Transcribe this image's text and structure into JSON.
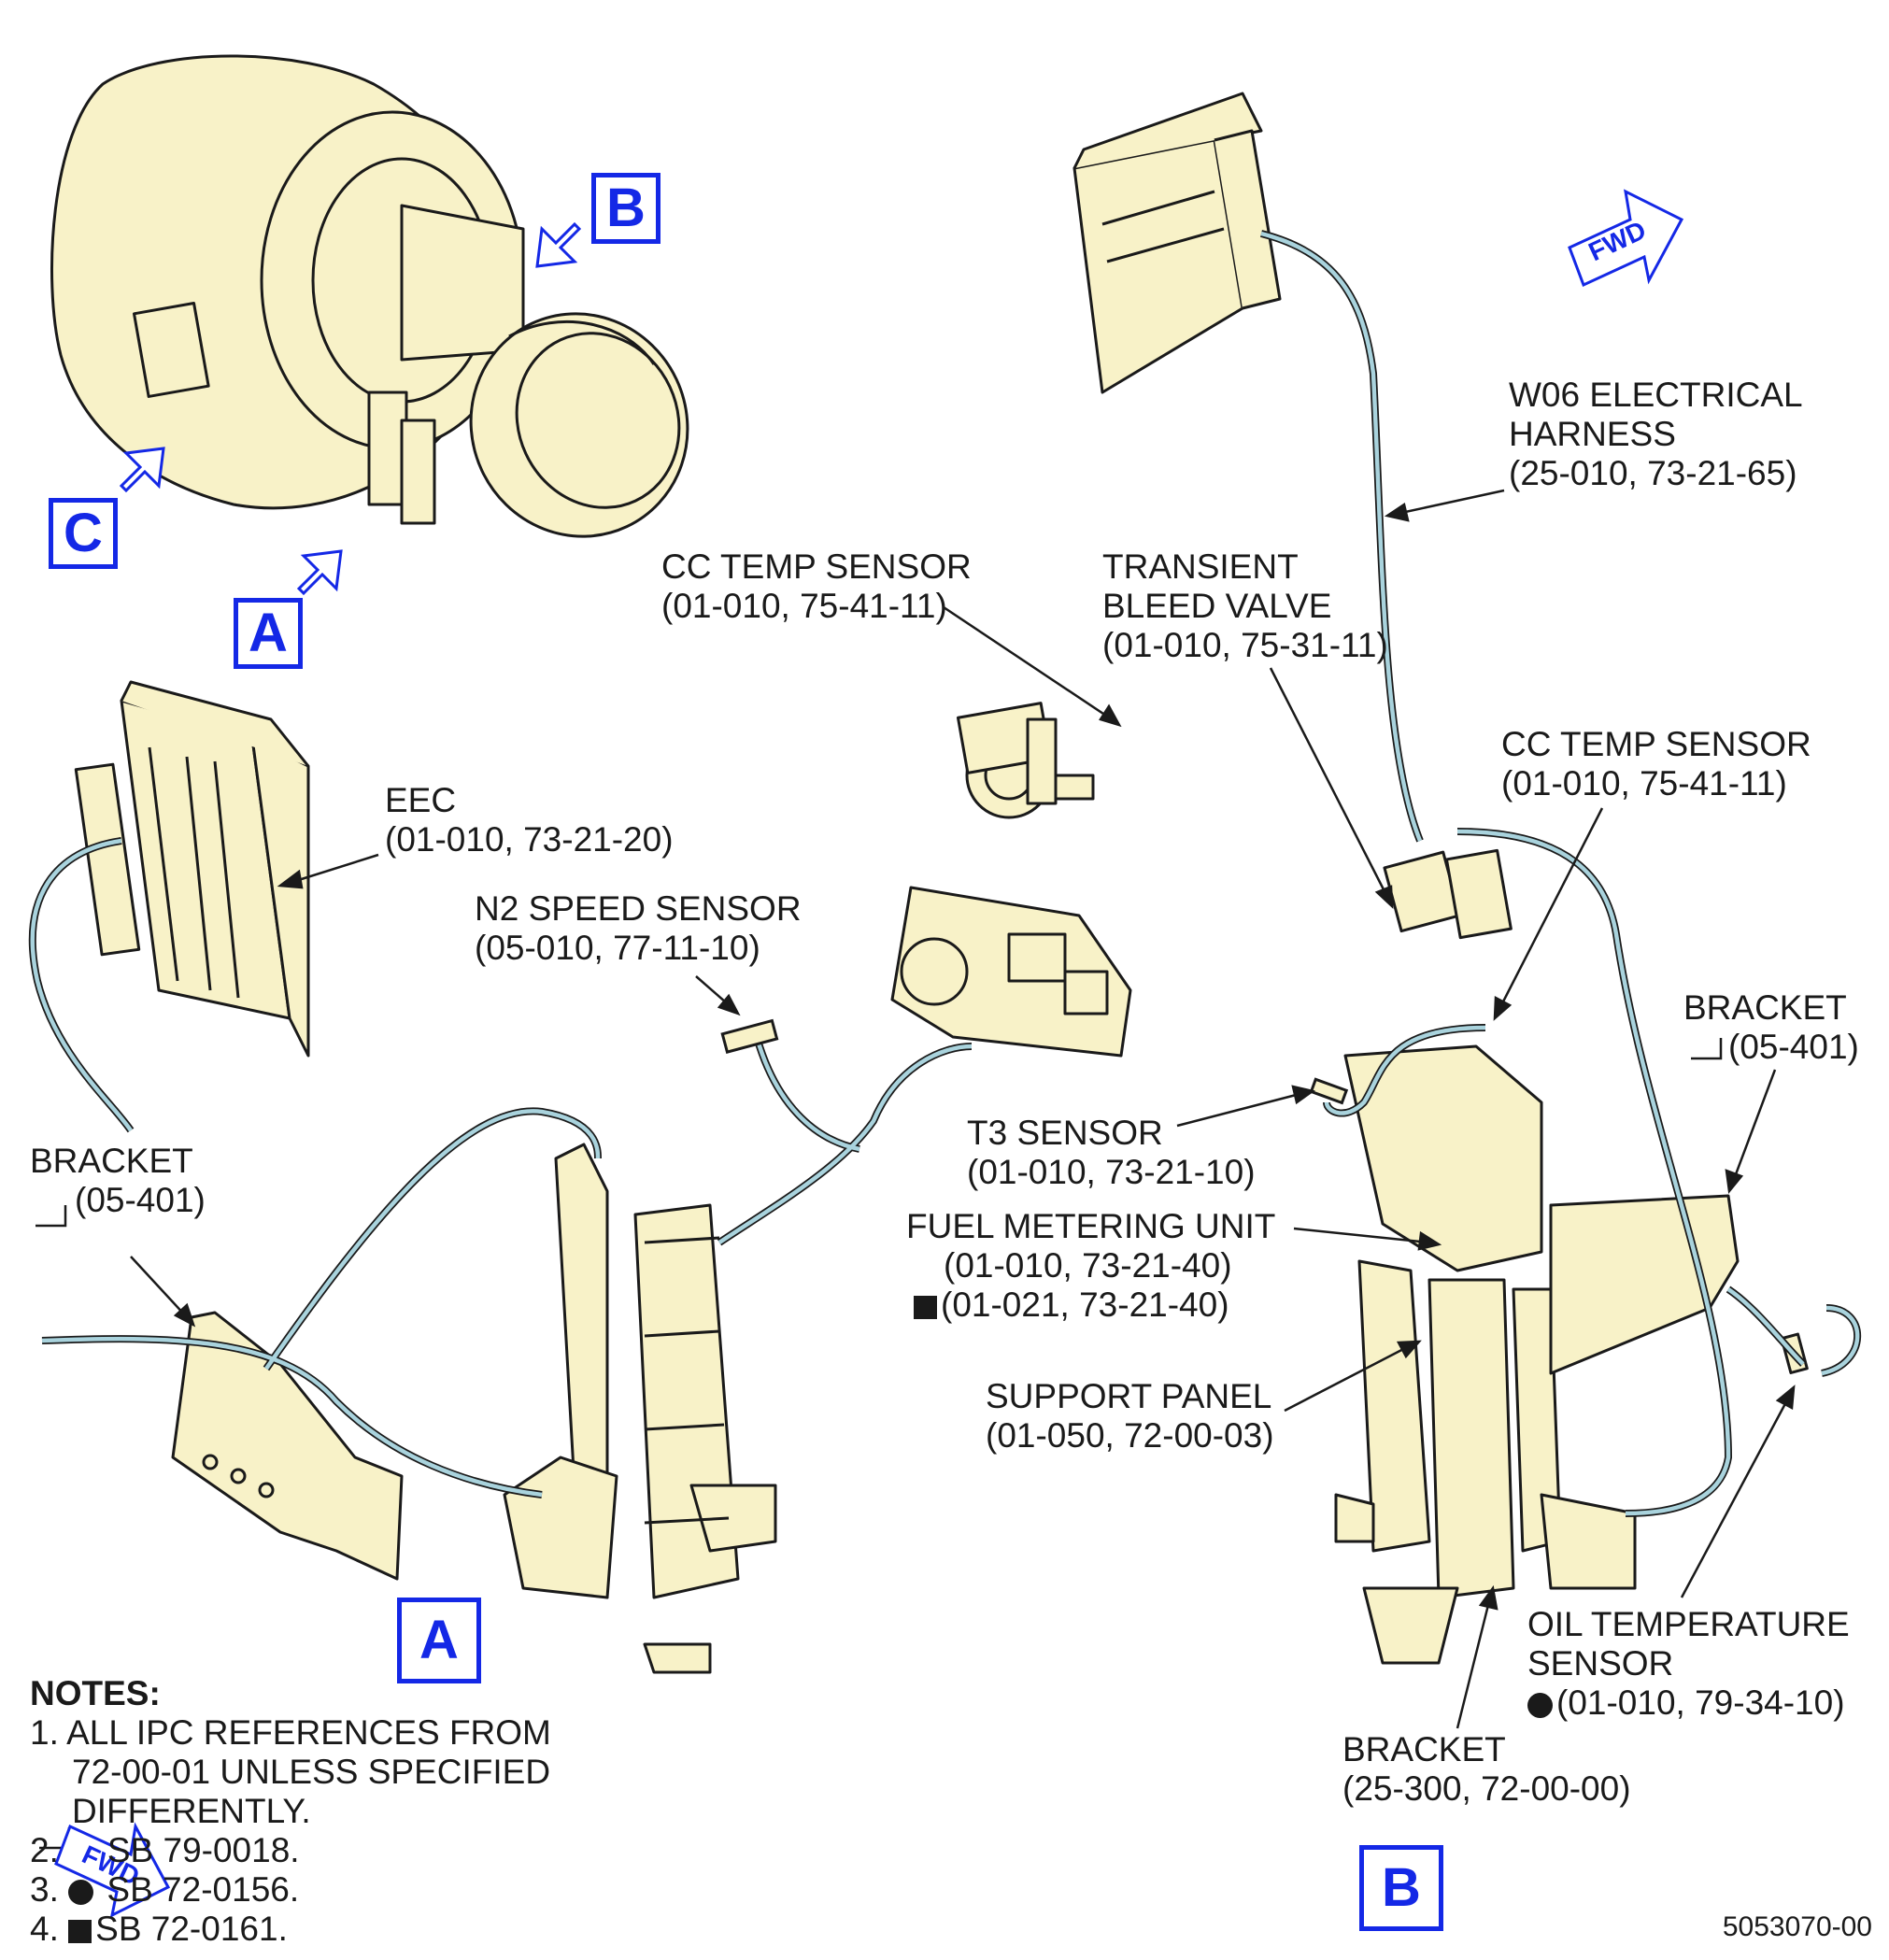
{
  "view_markers": {
    "a": "A",
    "b": "B",
    "c": "C"
  },
  "fwd_label": "FWD",
  "callouts": {
    "w06": {
      "line1": "W06 ELECTRICAL",
      "line2": "HARNESS",
      "line3": "(25-010, 73-21-65)"
    },
    "cc_temp_a": {
      "line1": "CC TEMP SENSOR",
      "line2": "(01-010, 75-41-11)"
    },
    "tbv": {
      "line1": "TRANSIENT",
      "line2": "BLEED VALVE",
      "line3": "(01-010, 75-31-11)"
    },
    "cc_temp_b": {
      "line1": "CC TEMP SENSOR",
      "line2": "(01-010, 75-41-11)"
    },
    "eec": {
      "line1": "EEC",
      "line2": "(01-010, 73-21-20)"
    },
    "n2": {
      "line1": "N2 SPEED SENSOR",
      "line2": "(05-010, 77-11-10)"
    },
    "bracket_a": {
      "line1": "BRACKET",
      "line2": "(05-401)"
    },
    "bracket_b": {
      "line1": "BRACKET",
      "line2": "(05-401)"
    },
    "t3": {
      "line1": "T3 SENSOR",
      "line2": "(01-010, 73-21-10)"
    },
    "fmu": {
      "line1": "FUEL METERING UNIT",
      "line2": "(01-010, 73-21-40)",
      "line3": "(01-021, 73-21-40)"
    },
    "support": {
      "line1": "SUPPORT PANEL",
      "line2": "(01-050, 72-00-03)"
    },
    "oil": {
      "line1": "OIL TEMPERATURE",
      "line2": "SENSOR",
      "line3": "(01-010, 79-34-10)"
    },
    "bracket_c": {
      "line1": "BRACKET",
      "line2": "(25-300, 72-00-00)"
    }
  },
  "notes": {
    "title": "NOTES:",
    "n1a": "1. ALL IPC REFERENCES FROM",
    "n1b": "72-00-01 UNLESS SPECIFIED",
    "n1c": "DIFFERENTLY.",
    "n2": "SB 79-0018.",
    "n3": "SB 72-0156.",
    "n4": "SB 72-0161.",
    "n2_num": "2.",
    "n3_num": "3.",
    "n4_num": "4."
  },
  "figure_number": "5053070-00",
  "colors": {
    "part_fill": "#f8f2c8",
    "harness": "#a9d3dd",
    "marker_blue": "#1428e6"
  }
}
